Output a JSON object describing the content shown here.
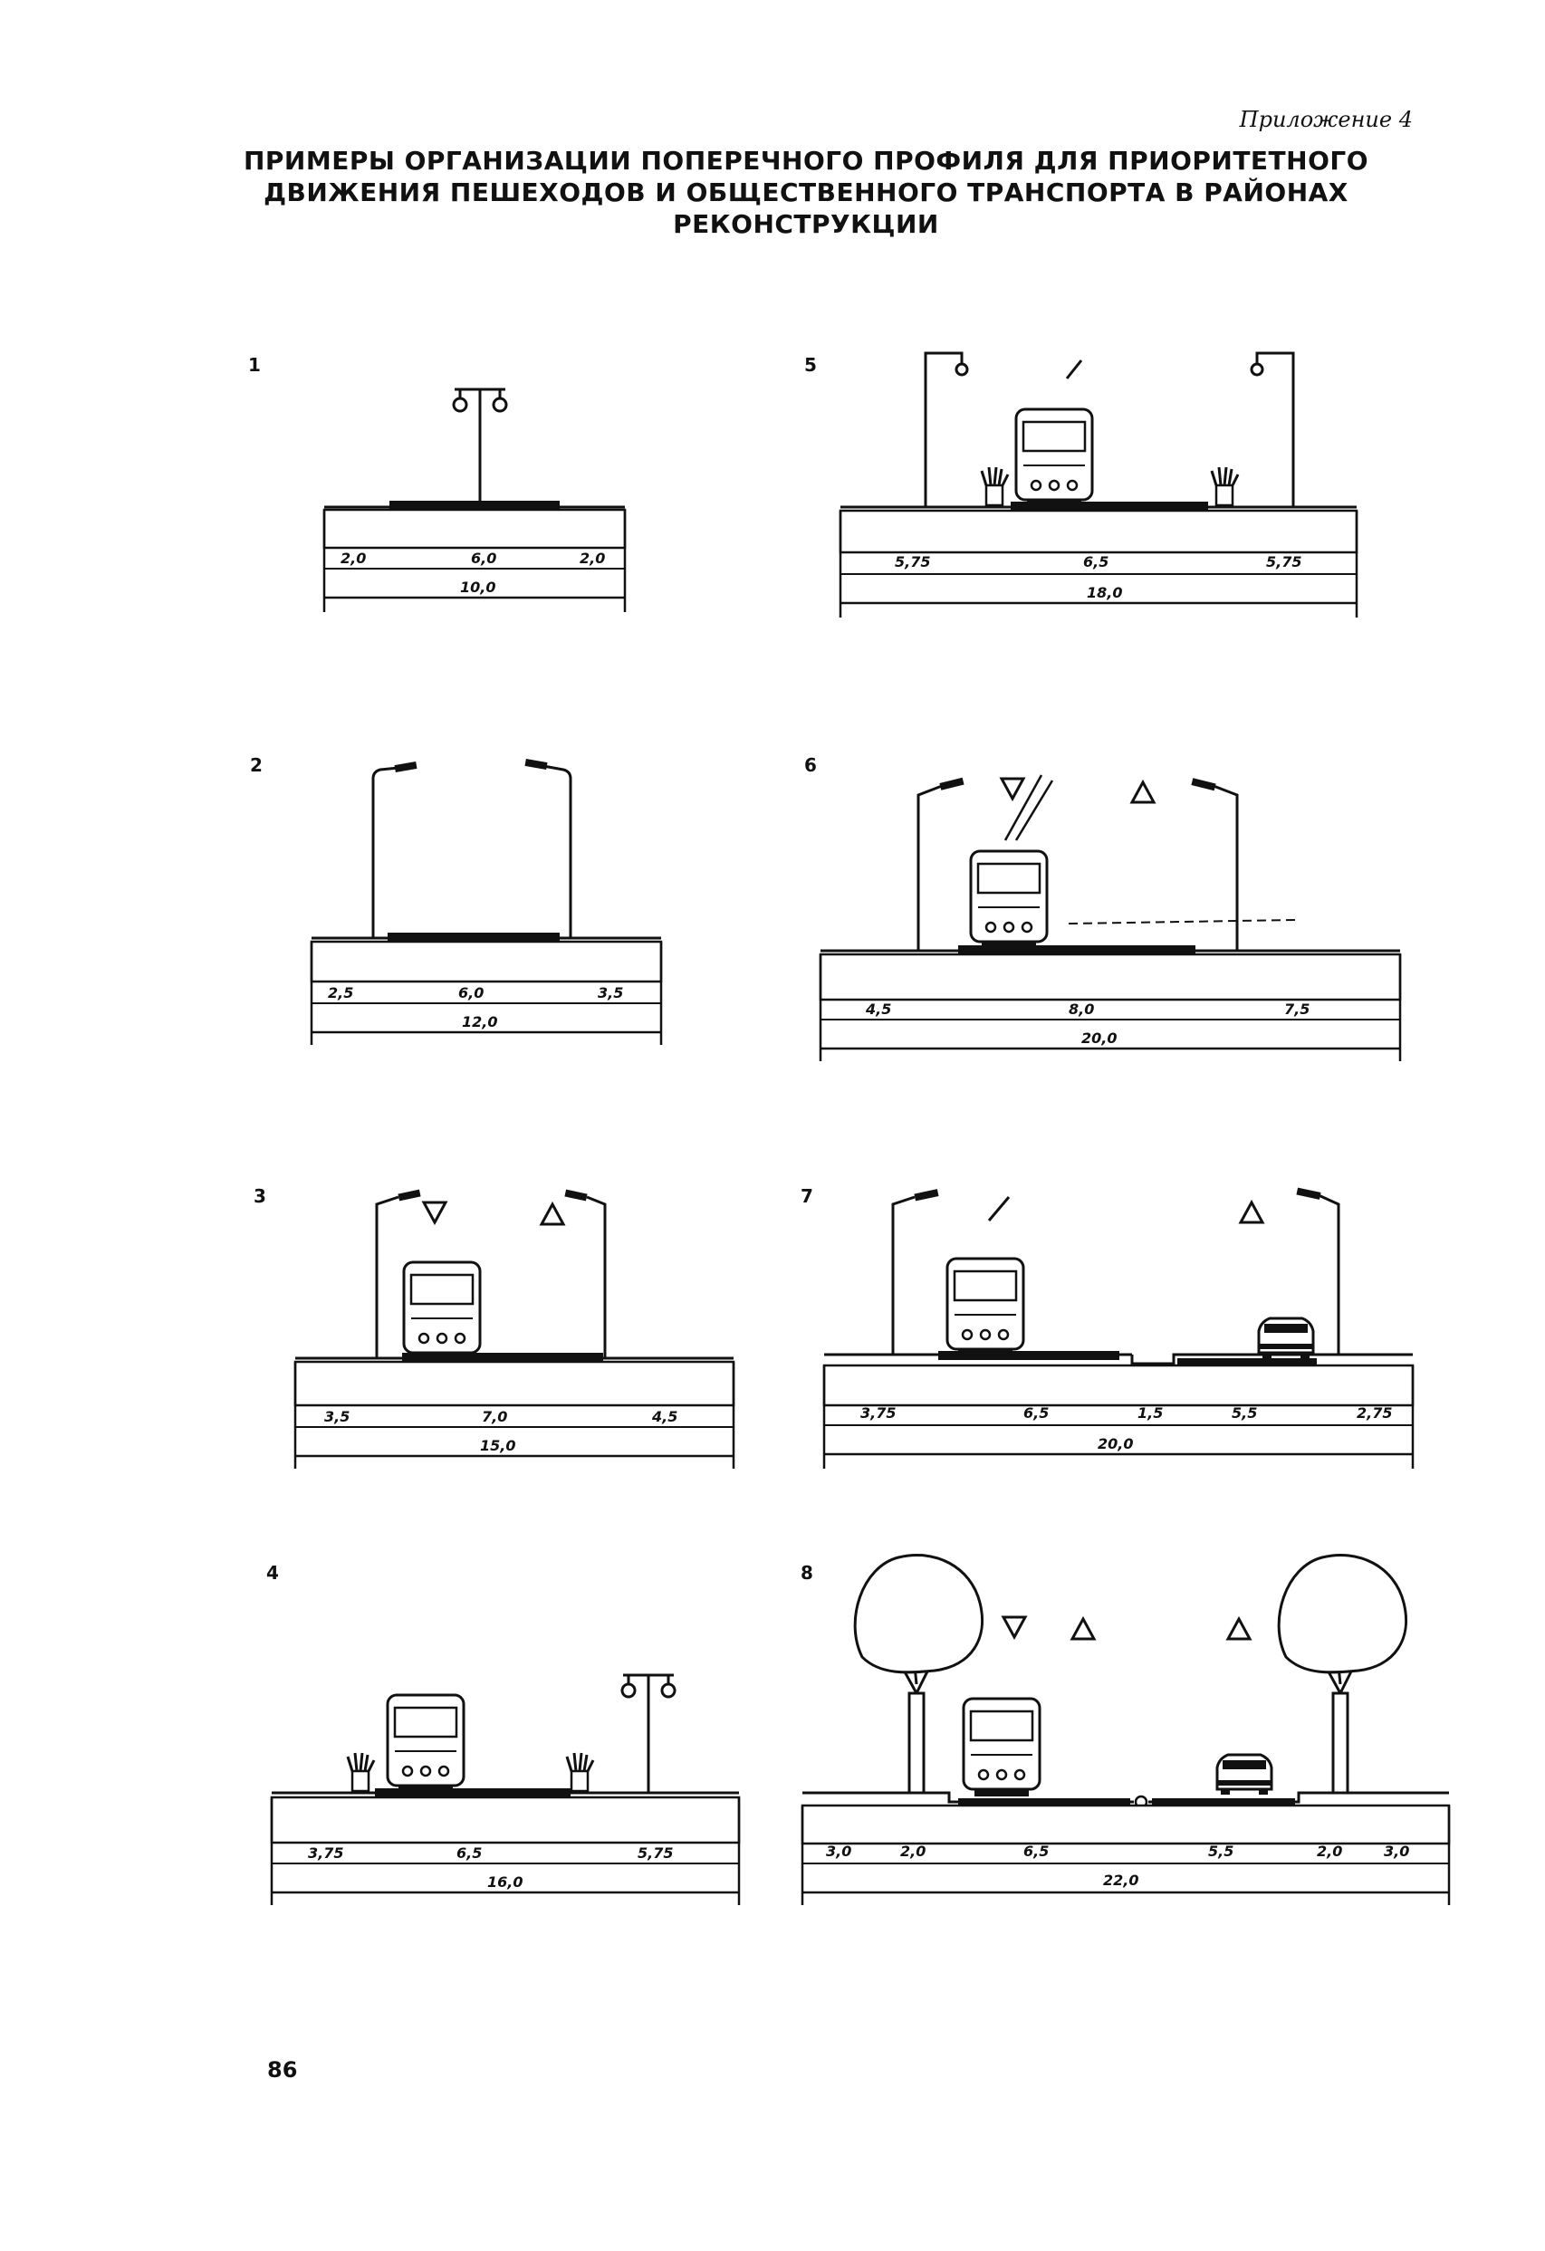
{
  "header": {
    "appendix": "Приложение 4",
    "title_lines": [
      "ПРИМЕРЫ ОРГАНИЗАЦИИ ПОПЕРЕЧНОГО ПРОФИЛЯ ДЛЯ ПРИОРИТЕТНОГО",
      "ДВИЖЕНИЯ ПЕШЕХОДОВ И ОБЩЕСТВЕННОГО ТРАНСПОРТА В РАЙОНАХ",
      "РЕКОНСТРУКЦИИ"
    ]
  },
  "profiles": [
    {
      "number": "1",
      "dims": [
        "2,0",
        "6,0",
        "2,0"
      ],
      "total": "10,0"
    },
    {
      "number": "2",
      "dims": [
        "2,5",
        "6,0",
        "3,5"
      ],
      "total": "12,0"
    },
    {
      "number": "3",
      "dims": [
        "3,5",
        "7,0",
        "4,5"
      ],
      "total": "15,0"
    },
    {
      "number": "4",
      "dims": [
        "3,75",
        "6,5",
        "5,75"
      ],
      "total": "16,0"
    },
    {
      "number": "5",
      "dims": [
        "5,75",
        "6,5",
        "5,75"
      ],
      "total": "18,0"
    },
    {
      "number": "6",
      "dims": [
        "4,5",
        "8,0",
        "7,5"
      ],
      "total": "20,0"
    },
    {
      "number": "7",
      "dims": [
        "3,75",
        "6,5",
        "1,5",
        "5,5",
        "2,75"
      ],
      "total": "20,0"
    },
    {
      "number": "8",
      "dims": [
        "3,0",
        "2,0",
        "6,5",
        "5,5",
        "2,0",
        "3,0"
      ],
      "total": "22,0"
    }
  ],
  "footer": {
    "page_number": "86"
  }
}
